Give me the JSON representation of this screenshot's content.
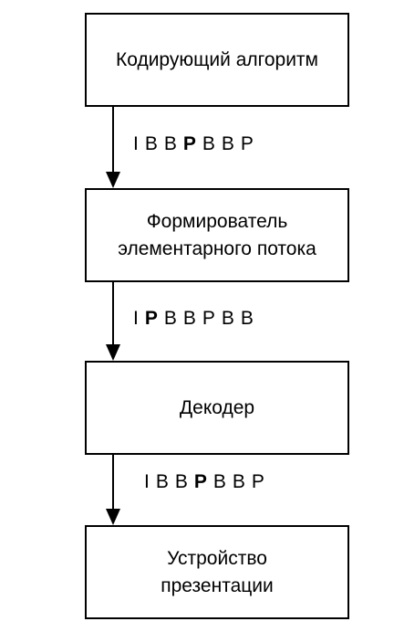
{
  "blocks": {
    "encoder": {
      "lines": [
        "Кодирующий алгоритм"
      ]
    },
    "formatter": {
      "lines": [
        "Формирователь",
        "элементарного потока"
      ]
    },
    "decoder": {
      "lines": [
        "Декодер"
      ]
    },
    "presentation": {
      "lines": [
        "Устройство",
        "презентации"
      ]
    }
  },
  "sequences": {
    "after_encoder": [
      {
        "t": "I",
        "bold": false
      },
      {
        "t": "B",
        "bold": false
      },
      {
        "t": "B",
        "bold": false
      },
      {
        "t": "P",
        "bold": true
      },
      {
        "t": "B",
        "bold": false
      },
      {
        "t": "B",
        "bold": false
      },
      {
        "t": "P",
        "bold": false
      }
    ],
    "after_formatter": [
      {
        "t": "I",
        "bold": false
      },
      {
        "t": "P",
        "bold": true
      },
      {
        "t": "B",
        "bold": false
      },
      {
        "t": "B",
        "bold": false
      },
      {
        "t": "P",
        "bold": false
      },
      {
        "t": "B",
        "bold": false
      },
      {
        "t": "B",
        "bold": false
      }
    ],
    "after_decoder": [
      {
        "t": "I",
        "bold": false
      },
      {
        "t": "B",
        "bold": false
      },
      {
        "t": "B",
        "bold": false
      },
      {
        "t": "P",
        "bold": true
      },
      {
        "t": "B",
        "bold": false
      },
      {
        "t": "B",
        "bold": false
      },
      {
        "t": "P",
        "bold": false
      }
    ]
  },
  "colors": {
    "line": "#000000",
    "background": "#ffffff"
  }
}
